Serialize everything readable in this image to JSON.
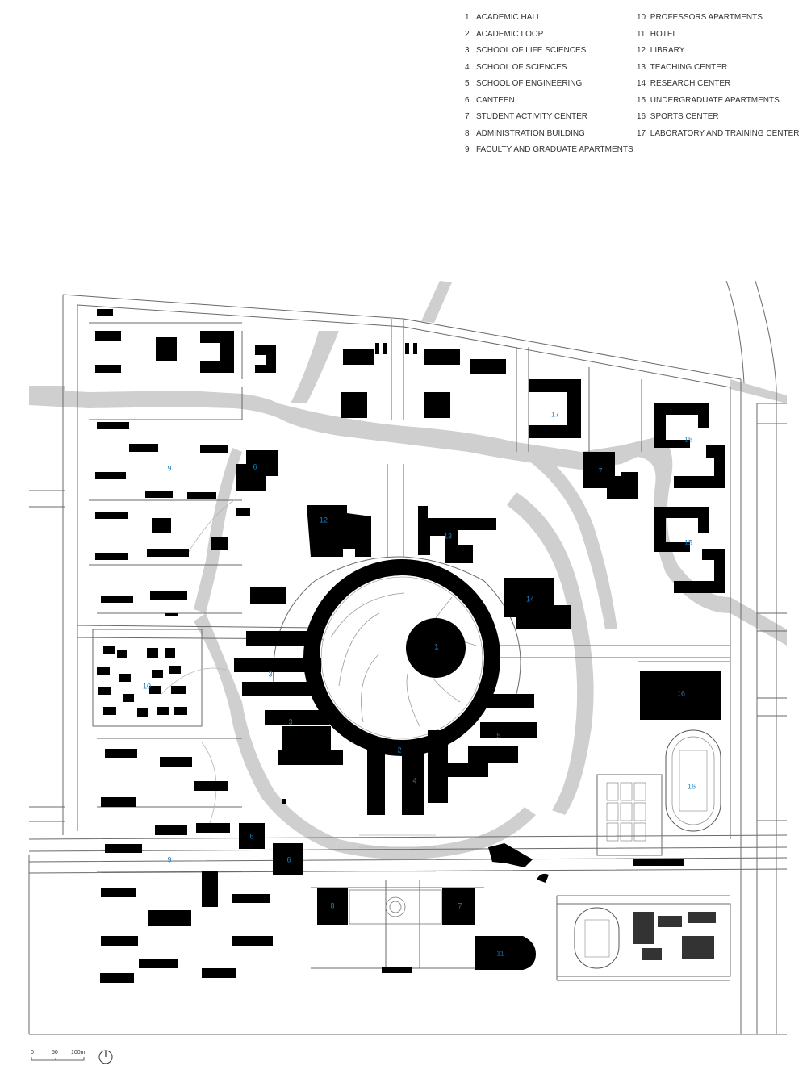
{
  "legend": {
    "items": [
      {
        "num": "1",
        "name": "ACADEMIC HALL"
      },
      {
        "num": "2",
        "name": "ACADEMIC LOOP"
      },
      {
        "num": "3",
        "name": "SCHOOL OF LIFE SCIENCES"
      },
      {
        "num": "4",
        "name": "SCHOOL OF SCIENCES"
      },
      {
        "num": "5",
        "name": "SCHOOL OF ENGINEERING"
      },
      {
        "num": "6",
        "name": "CANTEEN"
      },
      {
        "num": "7",
        "name": "STUDENT ACTIVITY CENTER"
      },
      {
        "num": "8",
        "name": "ADMINISTRATION BUILDING"
      },
      {
        "num": "9",
        "name": "FACULTY AND GRADUATE APARTMENTS"
      },
      {
        "num": "10",
        "name": "PROFESSORS APARTMENTS"
      },
      {
        "num": "11",
        "name": "HOTEL"
      },
      {
        "num": "12",
        "name": "LIBRARY"
      },
      {
        "num": "13",
        "name": "TEACHING CENTER"
      },
      {
        "num": "14",
        "name": "RESEARCH CENTER"
      },
      {
        "num": "15",
        "name": "UNDERGRADUATE APARTMENTS"
      },
      {
        "num": "16",
        "name": "SPORTS CENTER"
      },
      {
        "num": "17",
        "name": "LABORATORY AND TRAINING CENTER"
      }
    ]
  },
  "map_labels": {
    "l1": "1",
    "l2": "2",
    "l3a": "3",
    "l3b": "3",
    "l4": "4",
    "l5": "5",
    "l6a": "6",
    "l6b": "6",
    "l6c": "6",
    "l7a": "7",
    "l7b": "7",
    "l8": "8",
    "l9a": "9",
    "l9b": "9",
    "l10": "10",
    "l11": "11",
    "l12": "12",
    "l13": "13",
    "l14": "14",
    "l15a": "15",
    "l15b": "15",
    "l16a": "16",
    "l16b": "16",
    "l17": "17"
  },
  "scale": {
    "t0": "0",
    "t1": "50",
    "t2": "100m"
  }
}
